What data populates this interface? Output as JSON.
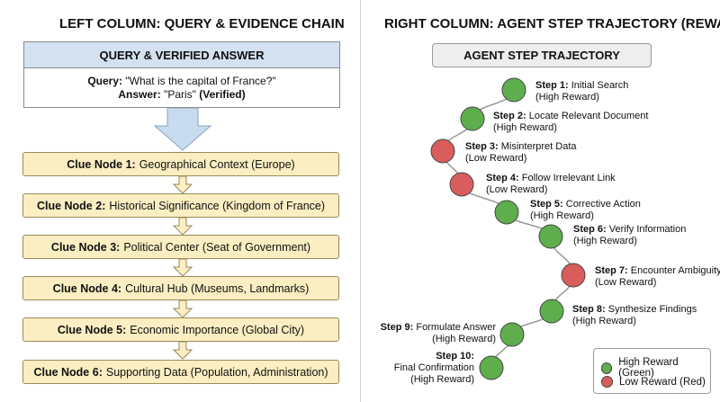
{
  "left": {
    "title": "LEFT COLUMN: QUERY & EVIDENCE CHAIN",
    "query_box": {
      "header": "QUERY & VERIFIED ANSWER",
      "query_label": "Query:",
      "query_text": "\"What is the capital of France?\"",
      "answer_label": "Answer:",
      "answer_text": "\"Paris\"",
      "answer_status": "(Verified)"
    },
    "clues": [
      {
        "label": "Clue Node 1:",
        "text": "Geographical Context (Europe)"
      },
      {
        "label": "Clue Node 2:",
        "text": "Historical Significance (Kingdom of France)"
      },
      {
        "label": "Clue Node 3:",
        "text": "Political Center (Seat of Government)"
      },
      {
        "label": "Clue Node 4:",
        "text": "Cultural Hub (Museums, Landmarks)"
      },
      {
        "label": "Clue Node 5:",
        "text": "Economic Importance (Global City)"
      },
      {
        "label": "Clue Node 6:",
        "text": "Supporting Data (Population, Administration)"
      }
    ]
  },
  "right": {
    "title": "RIGHT COLUMN: AGENT STEP TRAJECTORY (REWARD)",
    "trajectory_header": "AGENT STEP TRAJECTORY",
    "steps": [
      {
        "label": "Step 1:",
        "text": "Initial Search",
        "reward": "(High Reward)",
        "status": "high"
      },
      {
        "label": "Step 2:",
        "text": "Locate Relevant Document",
        "reward": "(High Reward)",
        "status": "high"
      },
      {
        "label": "Step 3:",
        "text": "Misinterpret Data",
        "reward": "(Low Reward)",
        "status": "low"
      },
      {
        "label": "Step 4:",
        "text": "Follow Irrelevant Link",
        "reward": "(Low Reward)",
        "status": "low"
      },
      {
        "label": "Step 5:",
        "text": "Corrective Action",
        "reward": "(High Reward)",
        "status": "high"
      },
      {
        "label": "Step 6:",
        "text": "Verify Information",
        "reward": "(High Reward)",
        "status": "high"
      },
      {
        "label": "Step 7:",
        "text": "Encounter Ambiguity",
        "reward": "(Low Reward)",
        "status": "low"
      },
      {
        "label": "Step 8:",
        "text": "Synthesize Findings",
        "reward": "(High Reward)",
        "status": "high"
      },
      {
        "label": "Step 9:",
        "text": "Formulate Answer",
        "reward": "(High Reward)",
        "status": "high"
      },
      {
        "label": "Step 10:",
        "text": "Final Confirmation",
        "reward": "(High Reward)",
        "status": "high"
      }
    ],
    "legend": {
      "high": "High Reward (Green)",
      "low": "Low Reward (Red)"
    }
  },
  "colors": {
    "high": "#5fae4e",
    "low": "#d95d5d",
    "header_blue": "#d3e1f0",
    "clue_fill": "#fbeec2"
  }
}
